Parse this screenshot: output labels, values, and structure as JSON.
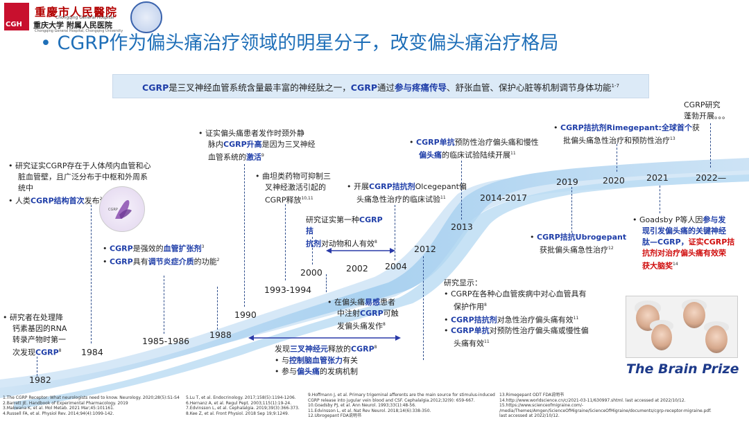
{
  "header": {
    "logo_text": "CGH",
    "hospital_cn_1": "重慶市人民醫院",
    "hospital_en_1": "Chongqing General Hospital",
    "hospital_cn_2": "重庆大学 附属人民医院",
    "hospital_en_2": "Chongqing General Hospital, Chongqing University"
  },
  "title": "• CGRP作为偏头痛治疗领域的明星分子，改变偏头痛治疗格局",
  "intro": {
    "a": "CGRP",
    "b": "是三叉神经血管系统含量最丰富的神经肽之一，",
    "c": "CGRP",
    "d": "通过",
    "e": "参与疼痛传导",
    "f": "、舒张血管、保护心脏等机制调节身体功能",
    "sup": "1-7"
  },
  "years": [
    "1982",
    "1984",
    "1985-1986",
    "1988",
    "1990",
    "1993-1994",
    "2000",
    "2002",
    "2004",
    "2012",
    "2013",
    "2014-2017",
    "2019",
    "2020",
    "2021",
    "2022—"
  ],
  "events": {
    "e1982": {
      "l1": "研究者在处理降",
      "l2": "钙素基因的RNA",
      "l3": "转录产物时第一",
      "l4": "次发现",
      "hl": "CGRP",
      "sup": "8"
    },
    "e1984": {
      "b1a": "研究证实CGRP存在于人体颅内血管和心",
      "b1b": "脏血管壁，且广泛分布于中枢和外周系",
      "b1c": "统中",
      "b2pre": "人类",
      "b2hl": "CGRP结构首次",
      "b2post": "发布",
      "b2sup": "2",
      "molecule_label": "CGRP"
    },
    "e1986": {
      "b1a": "CGRP",
      "b1b": "是强效的",
      "b1c": "血管扩张剂",
      "b1sup": "3",
      "b2a": "CGRP",
      "b2b": "具有",
      "b2c": "调节炎症介质",
      "b2d": "的功能",
      "b2sup": "2"
    },
    "e1990": {
      "l1": "证实偏头痛患者发作时颈外静",
      "l2a": "脉内",
      "l2b": "CGRP升高",
      "l2c": "是因为三叉神经",
      "l3a": "血管系统的",
      "l3b": "激活",
      "sup": "9"
    },
    "e1993": {
      "l1": "曲坦类药物可抑制三",
      "l2": "叉神经激活引起的",
      "l3": "CGRP释放",
      "sup": "10,11"
    },
    "e2000": {
      "l1a": "研究证实第一种",
      "l1b": "CGRP拮",
      "l2a": "抗剂",
      "l2b": "对动物和人有效",
      "sup": "8"
    },
    "e2002": {
      "l1a": "在偏头痛",
      "l1b": "易感",
      "l1c": "患者",
      "l2a": "中注射",
      "l2b": "CGRP",
      "l2c": "可触",
      "l3": "发偏头痛发作",
      "sup": "8"
    },
    "e1988": {
      "h_pre": "发现",
      "h_hl1": "三叉神经元",
      "h_mid": "释放的",
      "h_hl2": "CGRP",
      "h_sup": "8",
      "b1pre": "与",
      "b1hl": "控制脑血管张力",
      "b1post": "有关",
      "b2pre": "参与",
      "b2hl": "偏头痛",
      "b2post": "的发病机制"
    },
    "e2004": {
      "l1a": "开展",
      "l1b": "CGRP拮抗剂",
      "l1c": "Olcegepant偏",
      "l2": "头痛急性治疗的临床试验",
      "sup": "11"
    },
    "e2013": {
      "l1a": "CGRP单抗",
      "l1b": "预防性治疗偏头痛和慢性",
      "l2a": "偏头痛",
      "l2b": "的临床试验陆续开展",
      "sup": "11"
    },
    "e2012": {
      "head": "研究显示：",
      "b1a": "CGRP在各种心血管疾病中对心血管具有",
      "b1b": "保护作用",
      "b1sup": "8",
      "b2a": "CGRP拮抗剂",
      "b2b": "对急性治疗偏头痛有效",
      "b2sup": "11",
      "b3a": "CGRP单抗",
      "b3b": "对预防性治疗偏头痛或慢性偏",
      "b3c": "头痛有效",
      "b3sup": "11"
    },
    "e2019": {
      "l1": "CGRP拮抗Ubrogepant",
      "l2": "获批偏头痛急性治疗",
      "sup": "12"
    },
    "e2020": {
      "l1a": "CGRP拮抗剂Rimegepant:全球首个",
      "l1b": "获",
      "l2": "批偏头痛急性治疗和预防性治疗",
      "sup": "13"
    },
    "e2021": {
      "l1a": "Goadsby P等人因",
      "l1b": "参与发",
      "l2": "现引发偏头痛的关键神经",
      "l3a": "肽—CGRP，",
      "l3b": "证实CGRP拮",
      "l4": "抗剂对治疗偏头痛有效荣",
      "l5": "获大脑奖",
      "sup": "14"
    },
    "e2022": {
      "l1": "CGRP研究",
      "l2": "蓬勃开展。。。"
    }
  },
  "brain_prize": "The Brain Prize",
  "references": {
    "col1": [
      "1.The CGRP Receptor: What neurologists need to know. Neurology. 2020;28(5):S1-S4",
      "2.Barrett JE. Handbook of Experimental Pharmacology. 2019",
      "3.Makwana K, et al. Mol Metab. 2021 Mar;45:101161.",
      "4.Russell FA, et al. Physiol Rev. 2014;94(4):1099-142."
    ],
    "col2": [
      "5.Lu T, et al. Endocrinology. 2017;158(5):1194-1206.",
      "6.Hernanz A, et al. Regul Pept. 2003;115(1):19-24.",
      "7.Edvinsson L, et al. Cephalalgia. 2019;39(3):366-373.",
      "8.Kee Z, et al. Front Physiol. 2018 Sep 19;9:1249."
    ],
    "col3": [
      "9.Hoffmann J, et al. Primary trigeminal afferents are the main source for stimulus-induced",
      "CGRP release into jugular vein blood and CSF. Cephalalgia.2012;32(9): 659-667.",
      "10.Goadsby PJ, et al. Ann Neurol. 1993;33(1):48-56.",
      "11.Edvinsson L, et al. Nat Rev Neurol. 2018;14(6):338-350.",
      "12.Ubrogepant FDA说明书"
    ],
    "col4": [
      "13.Rimegepant ODT FDA说明书",
      "14.http://www.worldscience.cn/c/2021-03-11/630997.shtml. last accessed at 2022/10/12.",
      "15.https://www.scienceofmigraine.com/-",
      "/media/Themes/Amgen/ScienceOfMigraine/ScienceOfMigraine/documents/cgrp-receptor-migraine.pdf.",
      "last accessed at 2022/10/12."
    ]
  },
  "colors": {
    "title": "#1f6fb8",
    "highlight_blue": "#1f3ea8",
    "highlight_red": "#d01010",
    "wave": "#9ec9ec",
    "line": "#2a4a8a"
  }
}
